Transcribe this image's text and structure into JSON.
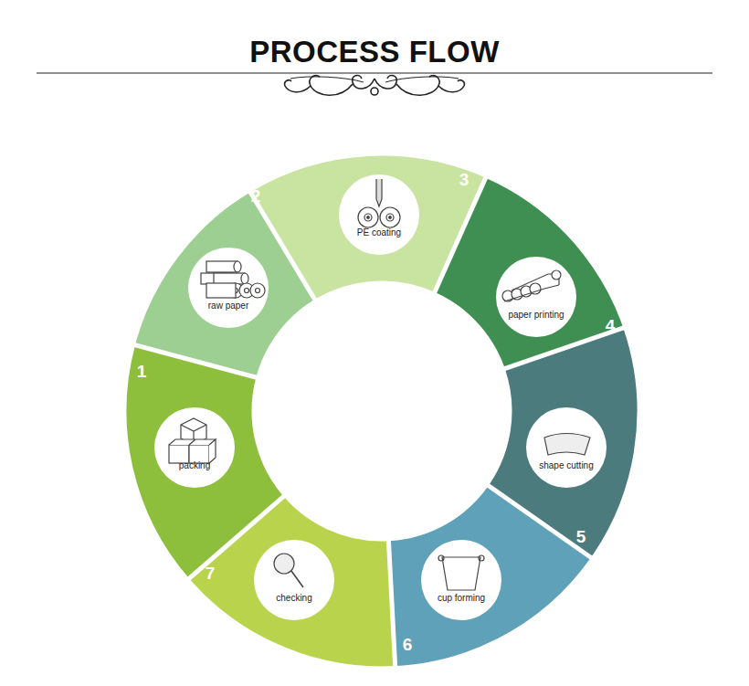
{
  "diagram": {
    "title": "PROCESS FLOW",
    "nodes": [
      {
        "text": [
          "raw paper"
        ]
      },
      {
        "text": [
          "PE coating"
        ]
      },
      {
        "text": [
          "paper printing"
        ]
      },
      {
        "text": [
          "shape cutting"
        ]
      },
      {
        "text": [
          "cup forming"
        ]
      },
      {
        "text": [
          "checking"
        ]
      },
      {
        "text": [
          "packing"
        ]
      }
    ],
    "labels": [
      "1",
      "2",
      "3",
      "4",
      "5",
      "6",
      "7"
    ]
  }
}
